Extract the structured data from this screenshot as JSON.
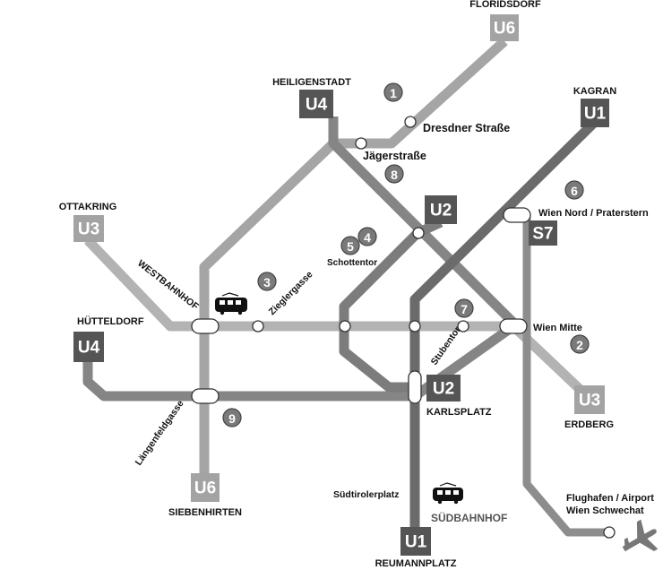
{
  "colors": {
    "u1": "#6b6b6b",
    "u2": "#7c7c7c",
    "u3": "#b3b3b3",
    "u4": "#858585",
    "u6": "#a5a5a5",
    "s7": "#8d8d8d",
    "badge_dark": "#555555",
    "badge_light": "#a3a3a3"
  },
  "badges": {
    "u6_top": "U6",
    "u4_top": "U4",
    "u1_top": "U1",
    "u3_left": "U3",
    "u2_mid": "U2",
    "s7": "S7",
    "u4_left": "U4",
    "u2_karlsplatz": "U2",
    "u3_right": "U3",
    "u6_bottom": "U6",
    "u1_bottom": "U1"
  },
  "stations": {
    "floridsdorf": "FLORIDSDORF",
    "heiligenstadt": "HEILIGENSTADT",
    "kagran": "KAGRAN",
    "dresdner": "Dresdner Straße",
    "jaeger": "Jägerstraße",
    "ottakring": "OTTAKRING",
    "wien_nord": "Wien Nord / Praterstern",
    "schottentor": "Schottentor",
    "westbahnhof": "WESTBAHNHOF",
    "zieglergasse": "Zieglergasse",
    "wien_mitte": "Wien Mitte",
    "huetteldorf": "HÜTTELDORF",
    "stubentor": "Stubentor",
    "karlsplatz": "KARLSPLATZ",
    "erdberg": "ERDBERG",
    "laengenfeldgasse": "Längenfeldgasse",
    "siebenhirten": "SIEBENHIRTEN",
    "suedtirolerplatz": "Südtirolerplatz",
    "suedbahnhof": "SÜDBAHNHOF",
    "flughafen_1": "Flughafen / Airport",
    "flughafen_2": "Wien Schwechat",
    "reumannplatz": "REUMANNPLATZ"
  },
  "markers": {
    "m1": "1",
    "m2": "2",
    "m3": "3",
    "m4": "4",
    "m5": "5",
    "m6": "6",
    "m7": "7",
    "m8": "8",
    "m9": "9"
  },
  "icons": {
    "train_west": "train-icon",
    "train_south": "train-icon",
    "airport": "airplane-icon"
  }
}
